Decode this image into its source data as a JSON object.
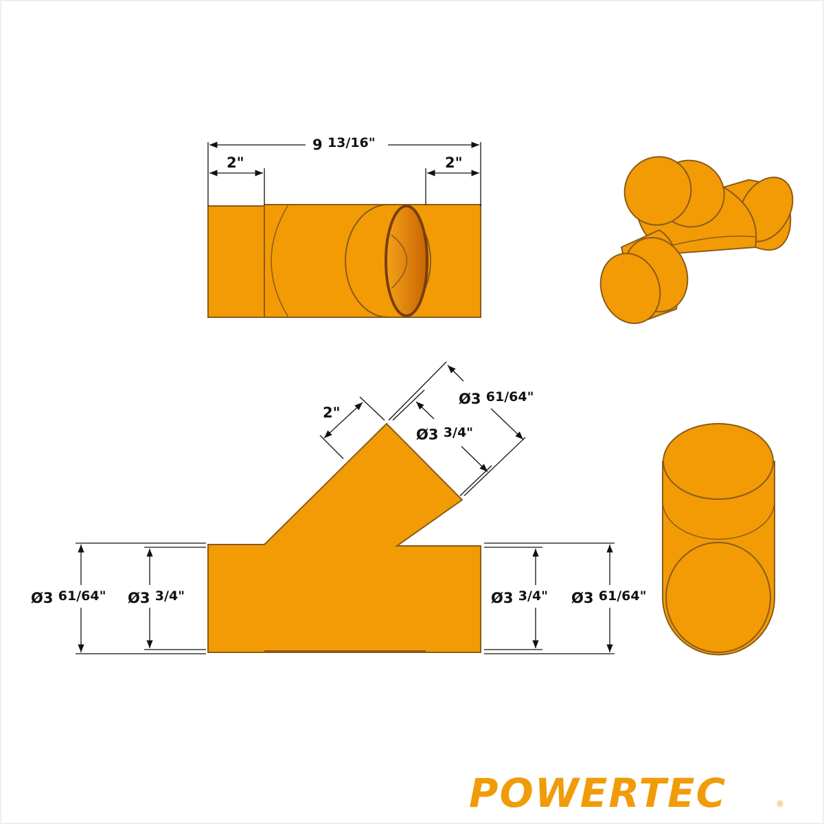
{
  "colors": {
    "part_fill": "#F29B05",
    "part_outline": "#8A5A1A",
    "inner_shade": "#D06A00",
    "brand": "#F09C0A"
  },
  "top_view": {
    "overall_length": {
      "whole": "9",
      "fraction": "13/16\""
    },
    "left_socket": "2\"",
    "right_socket": "2\""
  },
  "front_view": {
    "branch_socket": "2\"",
    "branch_outer_dia": {
      "whole": "Ø3",
      "fraction": "61/64\""
    },
    "branch_inner_dia": {
      "whole": "Ø3",
      "fraction": "3/4\""
    },
    "left_outer_dia": {
      "whole": "Ø3",
      "fraction": "61/64\""
    },
    "left_inner_dia": {
      "whole": "Ø3",
      "fraction": "3/4\""
    },
    "right_inner_dia": {
      "whole": "Ø3",
      "fraction": "3/4\""
    },
    "right_outer_dia": {
      "whole": "Ø3",
      "fraction": "61/64\""
    }
  },
  "brand": {
    "logo": "POWERTEC",
    "registered": "®"
  }
}
